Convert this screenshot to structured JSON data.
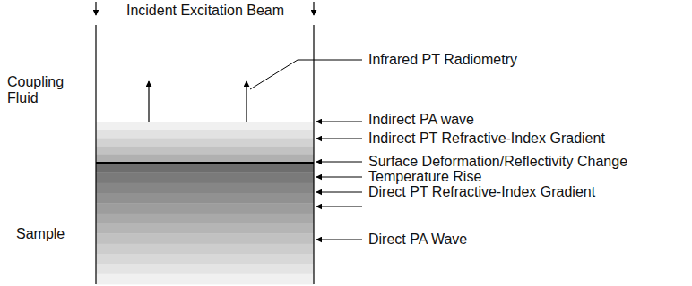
{
  "diagram": {
    "labels": [
      "Incident Excitation Beam",
      "Coupling Fluid",
      "Sample",
      "Infrared PT Radiometry",
      "Indirect PA wave",
      "Indirect PT Refractive-Index Gradient",
      "Surface Deformation/Reflectivity Change",
      "Temperature Rise",
      "Direct PT Refractive-Index Gradient",
      "Direct PA Wave"
    ]
  }
}
